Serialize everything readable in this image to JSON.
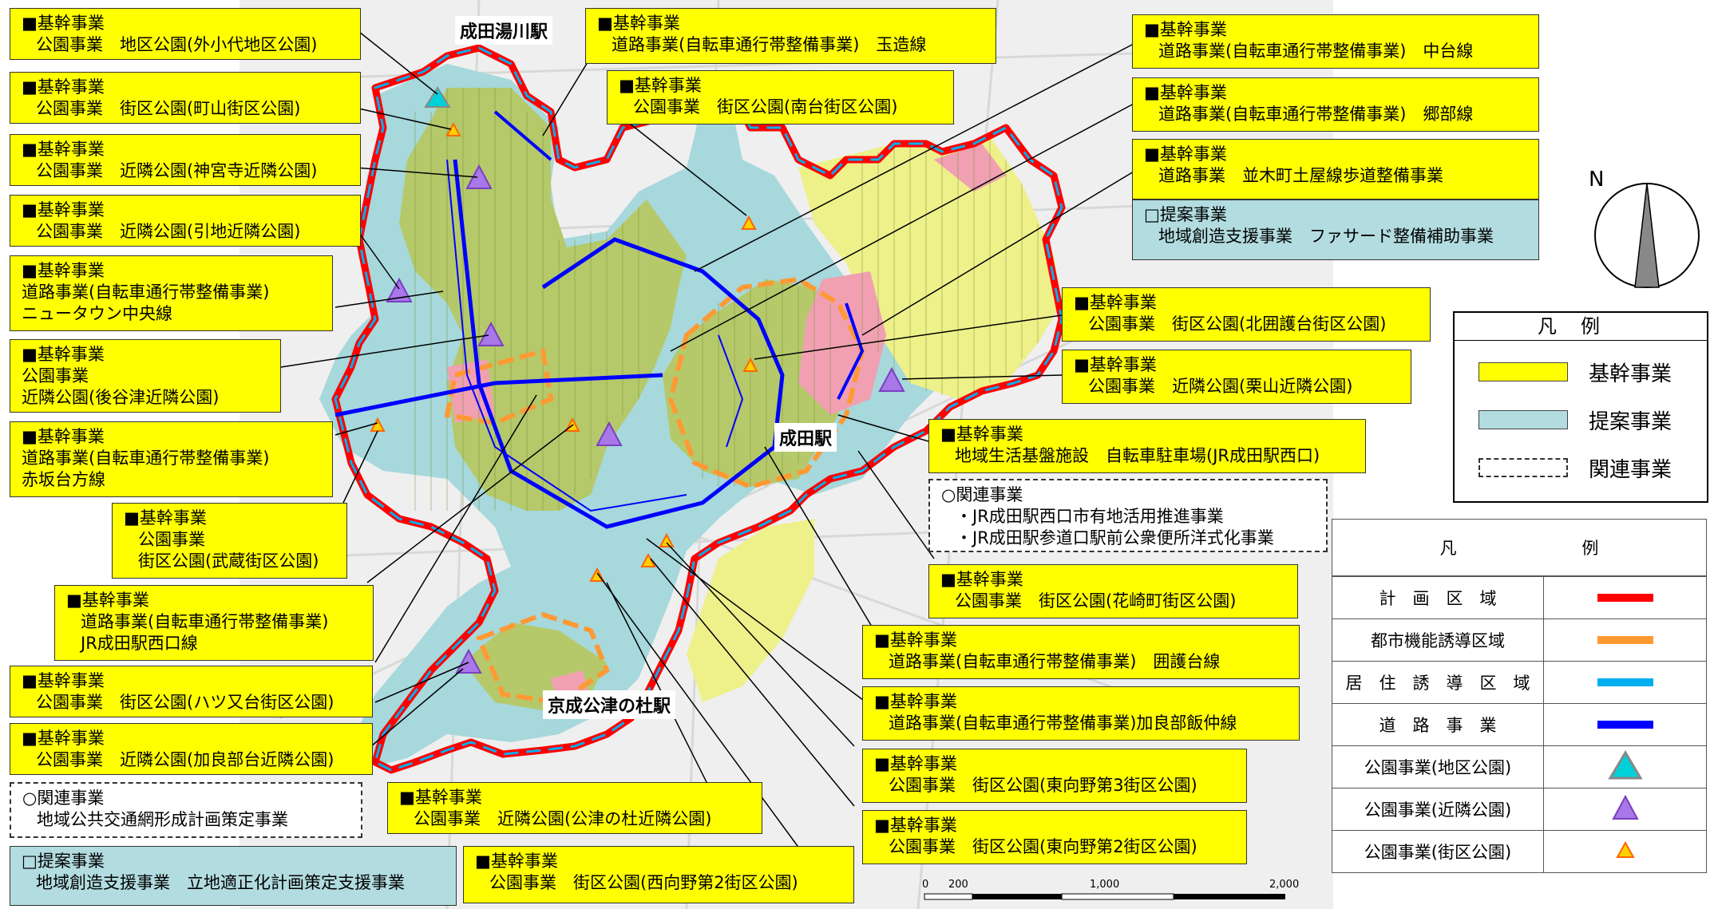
{
  "stations": {
    "yukawa": "成田湯川駅",
    "narita": "成田駅",
    "koutsu": "京成公津の杜駅"
  },
  "callouts": {
    "c1": [
      "■基幹事業",
      "公園事業　地区公園(外小代地区公園)"
    ],
    "c2": [
      "■基幹事業",
      "公園事業　街区公園(町山街区公園)"
    ],
    "c3": [
      "■基幹事業",
      "公園事業　近隣公園(神宮寺近隣公園)"
    ],
    "c4": [
      "■基幹事業",
      "公園事業　近隣公園(引地近隣公園)"
    ],
    "c5": [
      "■基幹事業",
      "道路事業(自転車通行帯整備事業)",
      "ニュータウン中央線"
    ],
    "c6": [
      "■基幹事業",
      "公園事業",
      "近隣公園(後谷津近隣公園)"
    ],
    "c7": [
      "■基幹事業",
      "道路事業(自転車通行帯整備事業)",
      "赤坂台方線"
    ],
    "c8": [
      "■基幹事業",
      "公園事業",
      "街区公園(武蔵街区公園)"
    ],
    "c9": [
      "■基幹事業",
      "道路事業(自転車通行帯整備事業)",
      "JR成田駅西口線"
    ],
    "c10": [
      "■基幹事業",
      "公園事業　街区公園(ハツ又台街区公園)"
    ],
    "c11": [
      "■基幹事業",
      "公園事業　近隣公園(加良部台近隣公園)"
    ],
    "c12": [
      "○関連事業",
      "地域公共交通網形成計画策定事業"
    ],
    "c13": [
      "□提案事業",
      "地域創造支援事業　立地適正化計画策定支援事業"
    ],
    "c14": [
      "■基幹事業",
      "公園事業　近隣公園(公津の杜近隣公園)"
    ],
    "c15": [
      "■基幹事業",
      "公園事業　街区公園(西向野第2街区公園)"
    ],
    "c16": [
      "■基幹事業",
      "道路事業(自転車通行帯整備事業)　玉造線"
    ],
    "c17": [
      "■基幹事業",
      "公園事業　街区公園(南台街区公園)"
    ],
    "c18": [
      "■基幹事業",
      "道路事業(自転車通行帯整備事業)　中台線"
    ],
    "c19": [
      "■基幹事業",
      "道路事業(自転車通行帯整備事業)　郷部線"
    ],
    "c20": [
      "■基幹事業",
      "道路事業　並木町土屋線歩道整備事業"
    ],
    "c21": [
      "□提案事業",
      "地域創造支援事業　ファサード整備補助事業"
    ],
    "c22": [
      "■基幹事業",
      "公園事業　街区公園(北囲護台街区公園)"
    ],
    "c23": [
      "■基幹事業",
      "公園事業　近隣公園(栗山近隣公園)"
    ],
    "c24": [
      "■基幹事業",
      "地域生活基盤施設　自転車駐車場(JR成田駅西口)"
    ],
    "c25": [
      "○関連事業",
      "・JR成田駅西口市有地活用推進事業",
      "・JR成田駅参道口駅前公衆便所洋式化事業"
    ],
    "c26": [
      "■基幹事業",
      "公園事業　街区公園(花崎町街区公園)"
    ],
    "c27": [
      "■基幹事業",
      "道路事業(自転車通行帯整備事業)　囲護台線"
    ],
    "c28": [
      "■基幹事業",
      "道路事業(自転車通行帯整備事業)加良部飯仲線"
    ],
    "c29": [
      "■基幹事業",
      "公園事業　街区公園(東向野第3街区公園)"
    ],
    "c30": [
      "■基幹事業",
      "公園事業　街区公園(東向野第2街区公園)"
    ]
  },
  "legend1": {
    "title": "凡例",
    "items": [
      {
        "label": "基幹事業",
        "color": "#ffff00"
      },
      {
        "label": "提案事業",
        "color": "#b2dce0"
      },
      {
        "label": "関連事業",
        "color": "#ffffff"
      }
    ]
  },
  "legend2": {
    "title_left": "凡",
    "title_right": "例",
    "rows": [
      {
        "label": "計　画　区　域",
        "color": "#ff0000",
        "icon": "red-line"
      },
      {
        "label": "都市機能誘導区域",
        "color": "#ff9933",
        "icon": "orange-line"
      },
      {
        "label": "居　住　誘　導　区　域",
        "color": "#00aeef",
        "icon": "cyan-line"
      },
      {
        "label": "道　路　事　業",
        "color": "#0000ff",
        "icon": "blue-line"
      },
      {
        "label": "公園事業(地区公園)",
        "color": "#00c8d0",
        "icon": "cyan-triangle-icon"
      },
      {
        "label": "公園事業(近隣公園)",
        "color": "#a877e8",
        "icon": "purple-triangle-icon"
      },
      {
        "label": "公園事業(街区公園)",
        "color": "#ffd000",
        "icon": "small-yellow-triangle-icon"
      }
    ]
  },
  "north": "N",
  "scale": {
    "labels": [
      "0",
      "200",
      "1,000",
      "2,000"
    ]
  }
}
